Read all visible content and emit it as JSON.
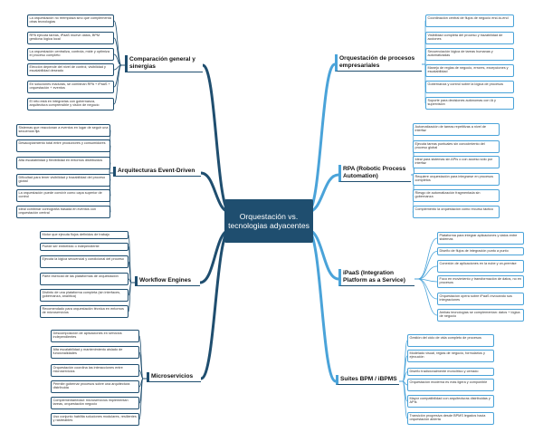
{
  "center": {
    "title": "Orquestación vs. tecnologias adyacentes"
  },
  "colors": {
    "left_branch": "#1f4e6f",
    "right_branch": "#4aa3d9"
  },
  "branches": [
    {
      "id": "comparacion",
      "label": "Comparación general y sinergias",
      "items": [
        "La orquestación no reemplaza sino que complementa otras tecnologias",
        "RPA ejecuta tareas, iPaaS mueve datos, BPM gestiona lógica local",
        "La orquestación centraliza, controla, mide y optimiza el proceso completo",
        "Elección depende del nivel de control, visibilidad y escalabilidad deseado",
        "En soluciones maduras, se combinan RPA + iPaaS + orquestación + eventos",
        "El reto está en integrarlas con gobernanza, arquitectura comprensible y visión de negocio"
      ]
    },
    {
      "id": "eventos",
      "label": "Arquitecturas Event-Driven",
      "items": [
        "Sistemas que reaccionan a eventos en lugar de seguir una secuencia fija",
        "Desacoplamiento total entre productores y consumidores",
        "Alta escalabilidad y flexibilidad en entornos distribuidos",
        "Dificultad para tener visibilidad y trazabilidad del proceso global",
        "La orquestación puede convivir como capa superior de control",
        "Ideal combinar coreografía basada en eventos con orquestación central"
      ]
    },
    {
      "id": "workflow",
      "label": "Workflow Engines",
      "items": [
        "Motor que ejecuta flujos definidos de trabajo",
        "Puede ser embebido o independiente",
        "Ejecuta la lógica secuencial y condicional del proceso",
        "Parte esencial de las plataformas de orquestación",
        "Distinto de una plataforma completa (sin interfaces, gobernanza, analítica)",
        "Recomendado para orquestación técnica en entornos de microservicios"
      ]
    },
    {
      "id": "microservicios",
      "label": "Microservicios",
      "items": [
        "Descomposición de aplicaciones en servicios independientes",
        "Alta escalabilidad y mantenimiento aislado de funcionalidades",
        "Orquestación coordina las interacciones entre microservicios",
        "Permite gobernar procesos sobre una arquitectura distribuida",
        "Complementariedad: microservicios implementan tareas, orquestación negocio",
        "Uso conjunto habilita soluciones modulares, resilientes y rastreables"
      ]
    },
    {
      "id": "orquestacion",
      "label": "Orquestación de procesos empresariales",
      "items": [
        "Coordinación central de flujos de negocio end-to-end",
        "Visibilidad completa del proceso y trazabilidad de acciones",
        "Secuenciación lógica de tareas humanas y automatizadas",
        "Manejo de reglas de negocio, errores, excepciones y escalabilidad",
        "Gobernanza y control sobre la lógica de procesos",
        "Soporte para decisiones autónomas con IA y supervisión"
      ]
    },
    {
      "id": "rpa",
      "label": "RPA (Robotic Process Automation)",
      "items": [
        "Automatización de tareas repetitivas a nivel de interfaz",
        "Ejecuta tareas puntuales sin conocimiento del proceso global",
        "Ideal para sistemas sin APIs o con acceso sólo por interfaz",
        "Requiere orquestación para integrarse en procesos completos",
        "Riesgo de automatización fragmentada sin gobernanza",
        "Complemento la orquestación como recurso táctico"
      ]
    },
    {
      "id": "ipaas",
      "label": "iPaaS (Integration Platform as a Service)",
      "items": [
        "Plataforma para integrar aplicaciones y datos entre sistemas",
        "Diseño de flujos de integración punto a punto",
        "Conexión de aplicaciones en la nube y on-premise",
        "Foco en movimiento y transformación de datos, no en procesos",
        "Orquestación opera sobre iPaaS invocando sus integraciones",
        "Ambas tecnologías se complementan: datos + lógica de negocio"
      ]
    },
    {
      "id": "bpm",
      "label": "Suites BPM / iBPMS",
      "items": [
        "Gestión del ciclo de vida completo de procesos",
        "Modelado visual, reglas de negocio, formularios y ejecución",
        "Diseño tradicionalmente monolítico y cerrado",
        "Orquestación moderna es más ligera y componible",
        "Mayor compatibilidad con arquitecturas distribuidas y APIs",
        "Transición progresiva desde BPMS legados hacia orquestación abierta"
      ]
    }
  ]
}
